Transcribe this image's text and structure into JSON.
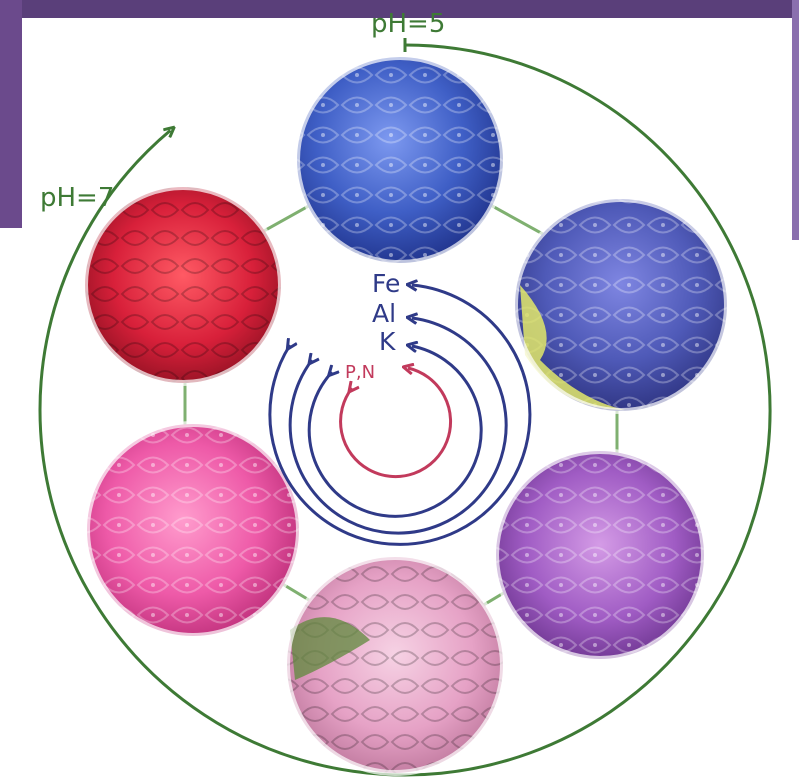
{
  "diagram": {
    "labels": {
      "ph_acidic": "pH=5",
      "ph_neutral": "pH=7",
      "element_fe": "Fe",
      "element_al": "Al",
      "element_k": "K",
      "element_pn": "P,N"
    },
    "flowers": [
      {
        "name": "blue",
        "color": "#3f5fc6"
      },
      {
        "name": "blue-violet",
        "color": "#4f5ab8"
      },
      {
        "name": "purple",
        "color": "#a05cc4"
      },
      {
        "name": "light-pink",
        "color": "#e6a2c6"
      },
      {
        "name": "pink",
        "color": "#ee5aa8"
      },
      {
        "name": "red",
        "color": "#d8203a"
      }
    ],
    "colors": {
      "ring": "#3e7a35",
      "connector": "#7fb070",
      "arc_metal": "#2f3a88",
      "arc_nutrient": "#c23a5c"
    }
  }
}
